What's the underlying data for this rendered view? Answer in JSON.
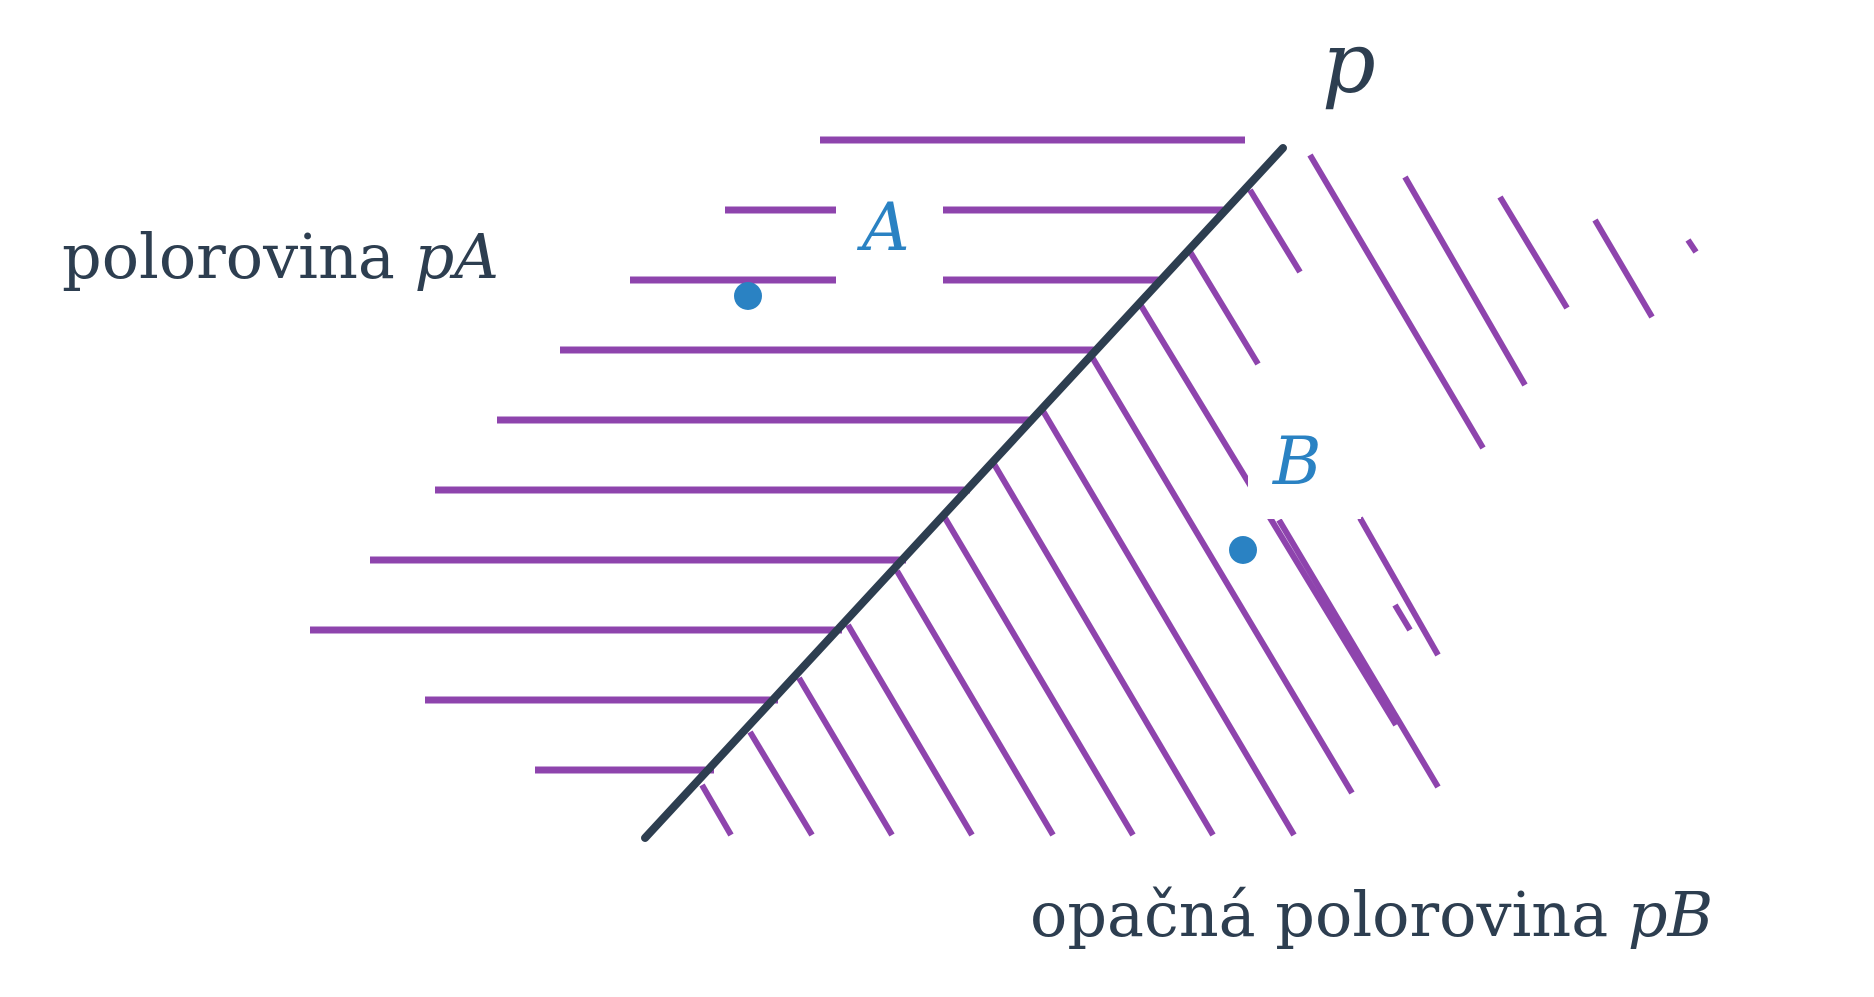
{
  "labels": {
    "line": "p",
    "point_a": "A",
    "point_b": "B",
    "half_plane_a_prefix": "polorovina ",
    "half_plane_a_suffix": "pA",
    "half_plane_b_prefix": "opačná polorovina ",
    "half_plane_b_suffix": "pB"
  },
  "colors": {
    "line": "#2d3e50",
    "hatch": "#8e44ad",
    "point": "#2a82c3",
    "text": "#2d3e50",
    "background": "#ffffff"
  }
}
